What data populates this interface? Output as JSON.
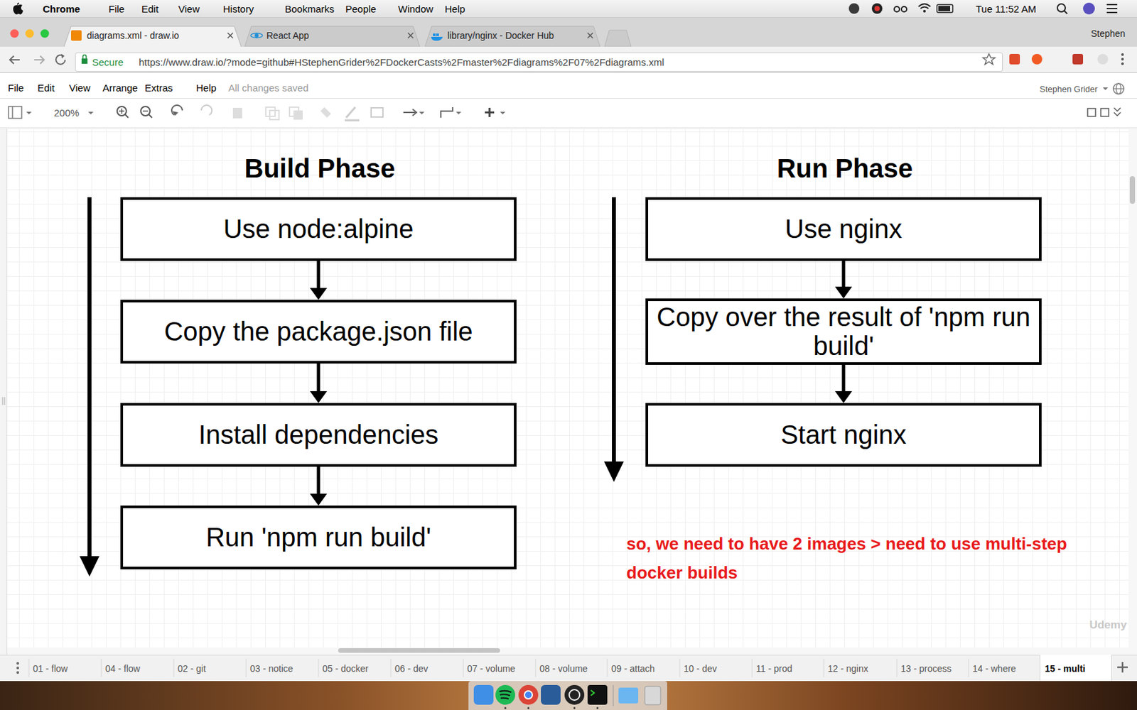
{
  "diagram": {
    "nodes": [
      {
        "text": [
          "Use node:alpine"
        ]
      },
      {
        "text": [
          "Copy the package.json file"
        ]
      },
      {
        "text": [
          "Install dependencies"
        ]
      },
      {
        "text": [
          "Run 'npm run build'"
        ]
      },
      {
        "text": [
          "Use nginx"
        ]
      },
      {
        "text": [
          "Copy over the result of 'npm run build'"
        ]
      },
      {
        "text": [
          "Start nginx"
        ]
      }
    ],
    "edges": [
      {
        "from": 0,
        "to": 1,
        "arrow": "to"
      },
      {
        "from": 1,
        "to": 2,
        "arrow": "to"
      },
      {
        "from": 2,
        "to": 3,
        "arrow": "to"
      },
      {
        "from": 4,
        "to": 5,
        "arrow": "to"
      },
      {
        "from": 5,
        "to": 6,
        "arrow": "to"
      }
    ],
    "labels": [
      "Chrome",
      "File",
      "Edit",
      "View",
      "History",
      "Bookmarks",
      "People",
      "Window",
      "Help",
      "Tue 11:52 AM",
      "diagrams.xml - draw.io",
      "React App",
      "library/nginx - Docker Hub",
      "Stephen",
      "Secure",
      "https://www.draw.io/?mode=github#HStephenGrider%2FDockerCasts%2Fmaster%2Fdiagrams%2F07%2Fdiagrams.xml",
      "File",
      "Edit",
      "View",
      "Arrange",
      "Extras",
      "Help",
      "All changes saved",
      "Stephen Grider",
      "200%",
      "Build Phase",
      "Run Phase",
      "so, we need to have 2 images > need to use multi-step docker builds",
      "Udemy",
      "01 - flow",
      "04 - flow",
      "02 - git",
      "03 - notice",
      "05 - docker",
      "06 - dev",
      "07 - volume",
      "08 - volume",
      "09 - attach",
      "10 - dev",
      "11 - prod",
      "12 - nginx",
      "13 - process",
      "14 - where",
      "15 - multi"
    ]
  }
}
